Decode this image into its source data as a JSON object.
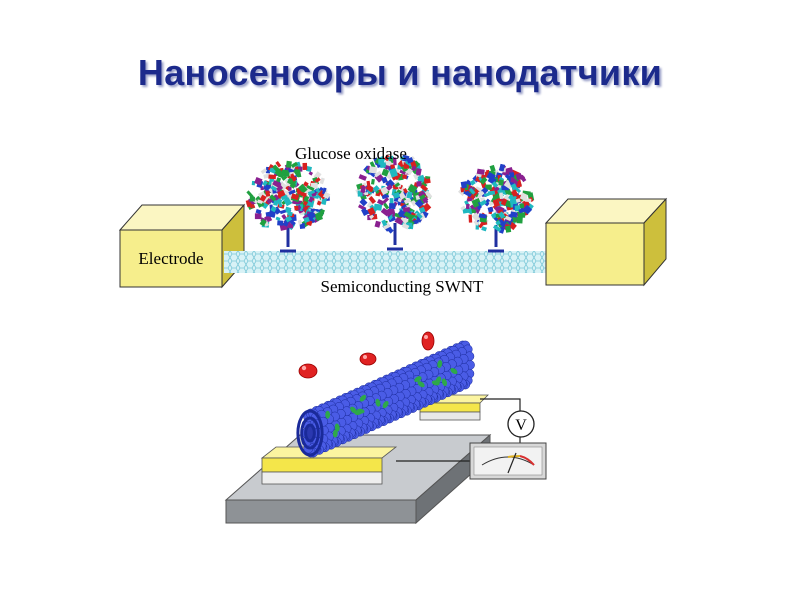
{
  "slide": {
    "title": "Наносенсоры и нанодатчики"
  },
  "top_figure": {
    "label_enzyme": "Glucose oxidase",
    "label_electrode": "Electrode",
    "label_nanotube": "Semiconducting SWNT",
    "colors": {
      "electrode_front": "#f6ee8c",
      "electrode_top": "#fbf6c2",
      "electrode_side": "#cdbf3c",
      "nanotube_mesh": "#8cd8e6",
      "enzyme_palette": [
        "#d82020",
        "#2040c8",
        "#20a040",
        "#20b8c0",
        "#e0e0e0",
        "#8a2090"
      ]
    }
  },
  "bottom_figure": {
    "meter_label": "V",
    "colors": {
      "substrate": "#9ea2a6",
      "gold_pad": "#f4e64a",
      "tube": "#4a5ce6",
      "attached_molecules": "#2ea84a",
      "analyte_molecules": "#e02222"
    }
  }
}
